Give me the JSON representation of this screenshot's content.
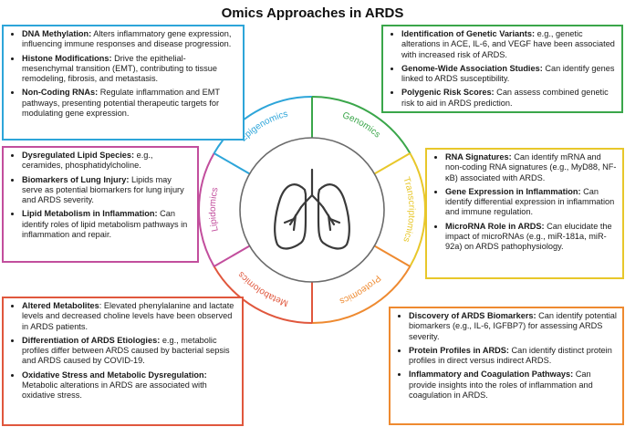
{
  "title": "Omics Approaches in ARDS",
  "colors": {
    "epigenomics": "#2da5d9",
    "genomics": "#3aa64a",
    "transcriptomics": "#e8c72a",
    "proteomics": "#ee8a30",
    "metabolomics": "#e0573d",
    "lipidomics": "#c24e9d"
  },
  "center_icon": "lungs-icon",
  "segments": {
    "epigenomics": "Epigenomics",
    "genomics": "Genomics",
    "transcriptomics": "Transcriptomics",
    "proteomics": "Proteomics",
    "metabolomics": "Metabolomics",
    "lipidomics": "Lipidomics"
  },
  "epigenomics": [
    {
      "term": "DNA Methylation:",
      "text": " Alters inflammatory gene expression, influencing immune responses and disease progression."
    },
    {
      "term": "Histone Modifications:",
      "text": " Drive the epithelial-mesenchymal transition (EMT), contributing to tissue remodeling, fibrosis, and metastasis."
    },
    {
      "term": "Non-Coding RNAs:",
      "text": " Regulate inflammation and EMT pathways, presenting potential therapeutic targets for modulating gene expression."
    }
  ],
  "genomics": [
    {
      "term": "Identification of Genetic Variants:",
      "text": " e.g., genetic alterations in ACE, IL-6, and VEGF have been associated with increased risk of ARDS."
    },
    {
      "term": "Genome-Wide Association Studies:",
      "text": " Can identify genes linked to ARDS susceptibility."
    },
    {
      "term": "Polygenic Risk Scores:",
      "text": " Can assess combined genetic risk to aid in ARDS prediction."
    }
  ],
  "lipidomics": [
    {
      "term": "Dysregulated Lipid Species:",
      "text": " e.g., ceramides, phosphatidylcholine."
    },
    {
      "term": "Biomarkers of Lung Injury:",
      "text": " Lipids may serve as potential biomarkers for lung injury and ARDS severity."
    },
    {
      "term": "Lipid Metabolism in Inflammation:",
      "text": " Can identify roles of lipid metabolism pathways in inflammation and repair."
    }
  ],
  "transcriptomics": [
    {
      "term": "RNA Signatures:",
      "text": " Can identify mRNA and non-coding RNA signatures (e.g., MyD88, NF-κB) associated with ARDS."
    },
    {
      "term": "Gene Expression in Inflammation:",
      "text": " Can identify differential expression in inflammation and immune regulation."
    },
    {
      "term": "MicroRNA Role in ARDS:",
      "text": " Can elucidate the impact of microRNAs (e.g., miR-181a, miR-92a) on ARDS pathophysiology."
    }
  ],
  "metabolomics": [
    {
      "term": "Altered Metabolites",
      "text": ": Elevated phenylalanine and lactate levels and decreased choline levels have been observed in ARDS patients."
    },
    {
      "term": "Differentiation of ARDS Etiologies:",
      "text": " e.g., metabolic profiles differ between ARDS caused by bacterial sepsis and ARDS caused by COVID-19."
    },
    {
      "term": "Oxidative Stress and Metabolic Dysregulation:",
      "text": " Metabolic alterations in ARDS are associated with oxidative stress."
    }
  ],
  "proteomics": [
    {
      "term": "Discovery of ARDS Biomarkers:",
      "text": " Can identify potential biomarkers (e.g., IL-6, IGFBP7) for assessing ARDS severity."
    },
    {
      "term": "Protein Profiles in ARDS:",
      "text": " Can identify distinct protein profiles in direct versus indirect ARDS."
    },
    {
      "term": "Inflammatory and Coagulation Pathways:",
      "text": " Can provide insights into the roles of inflammation and coagulation in ARDS."
    }
  ]
}
